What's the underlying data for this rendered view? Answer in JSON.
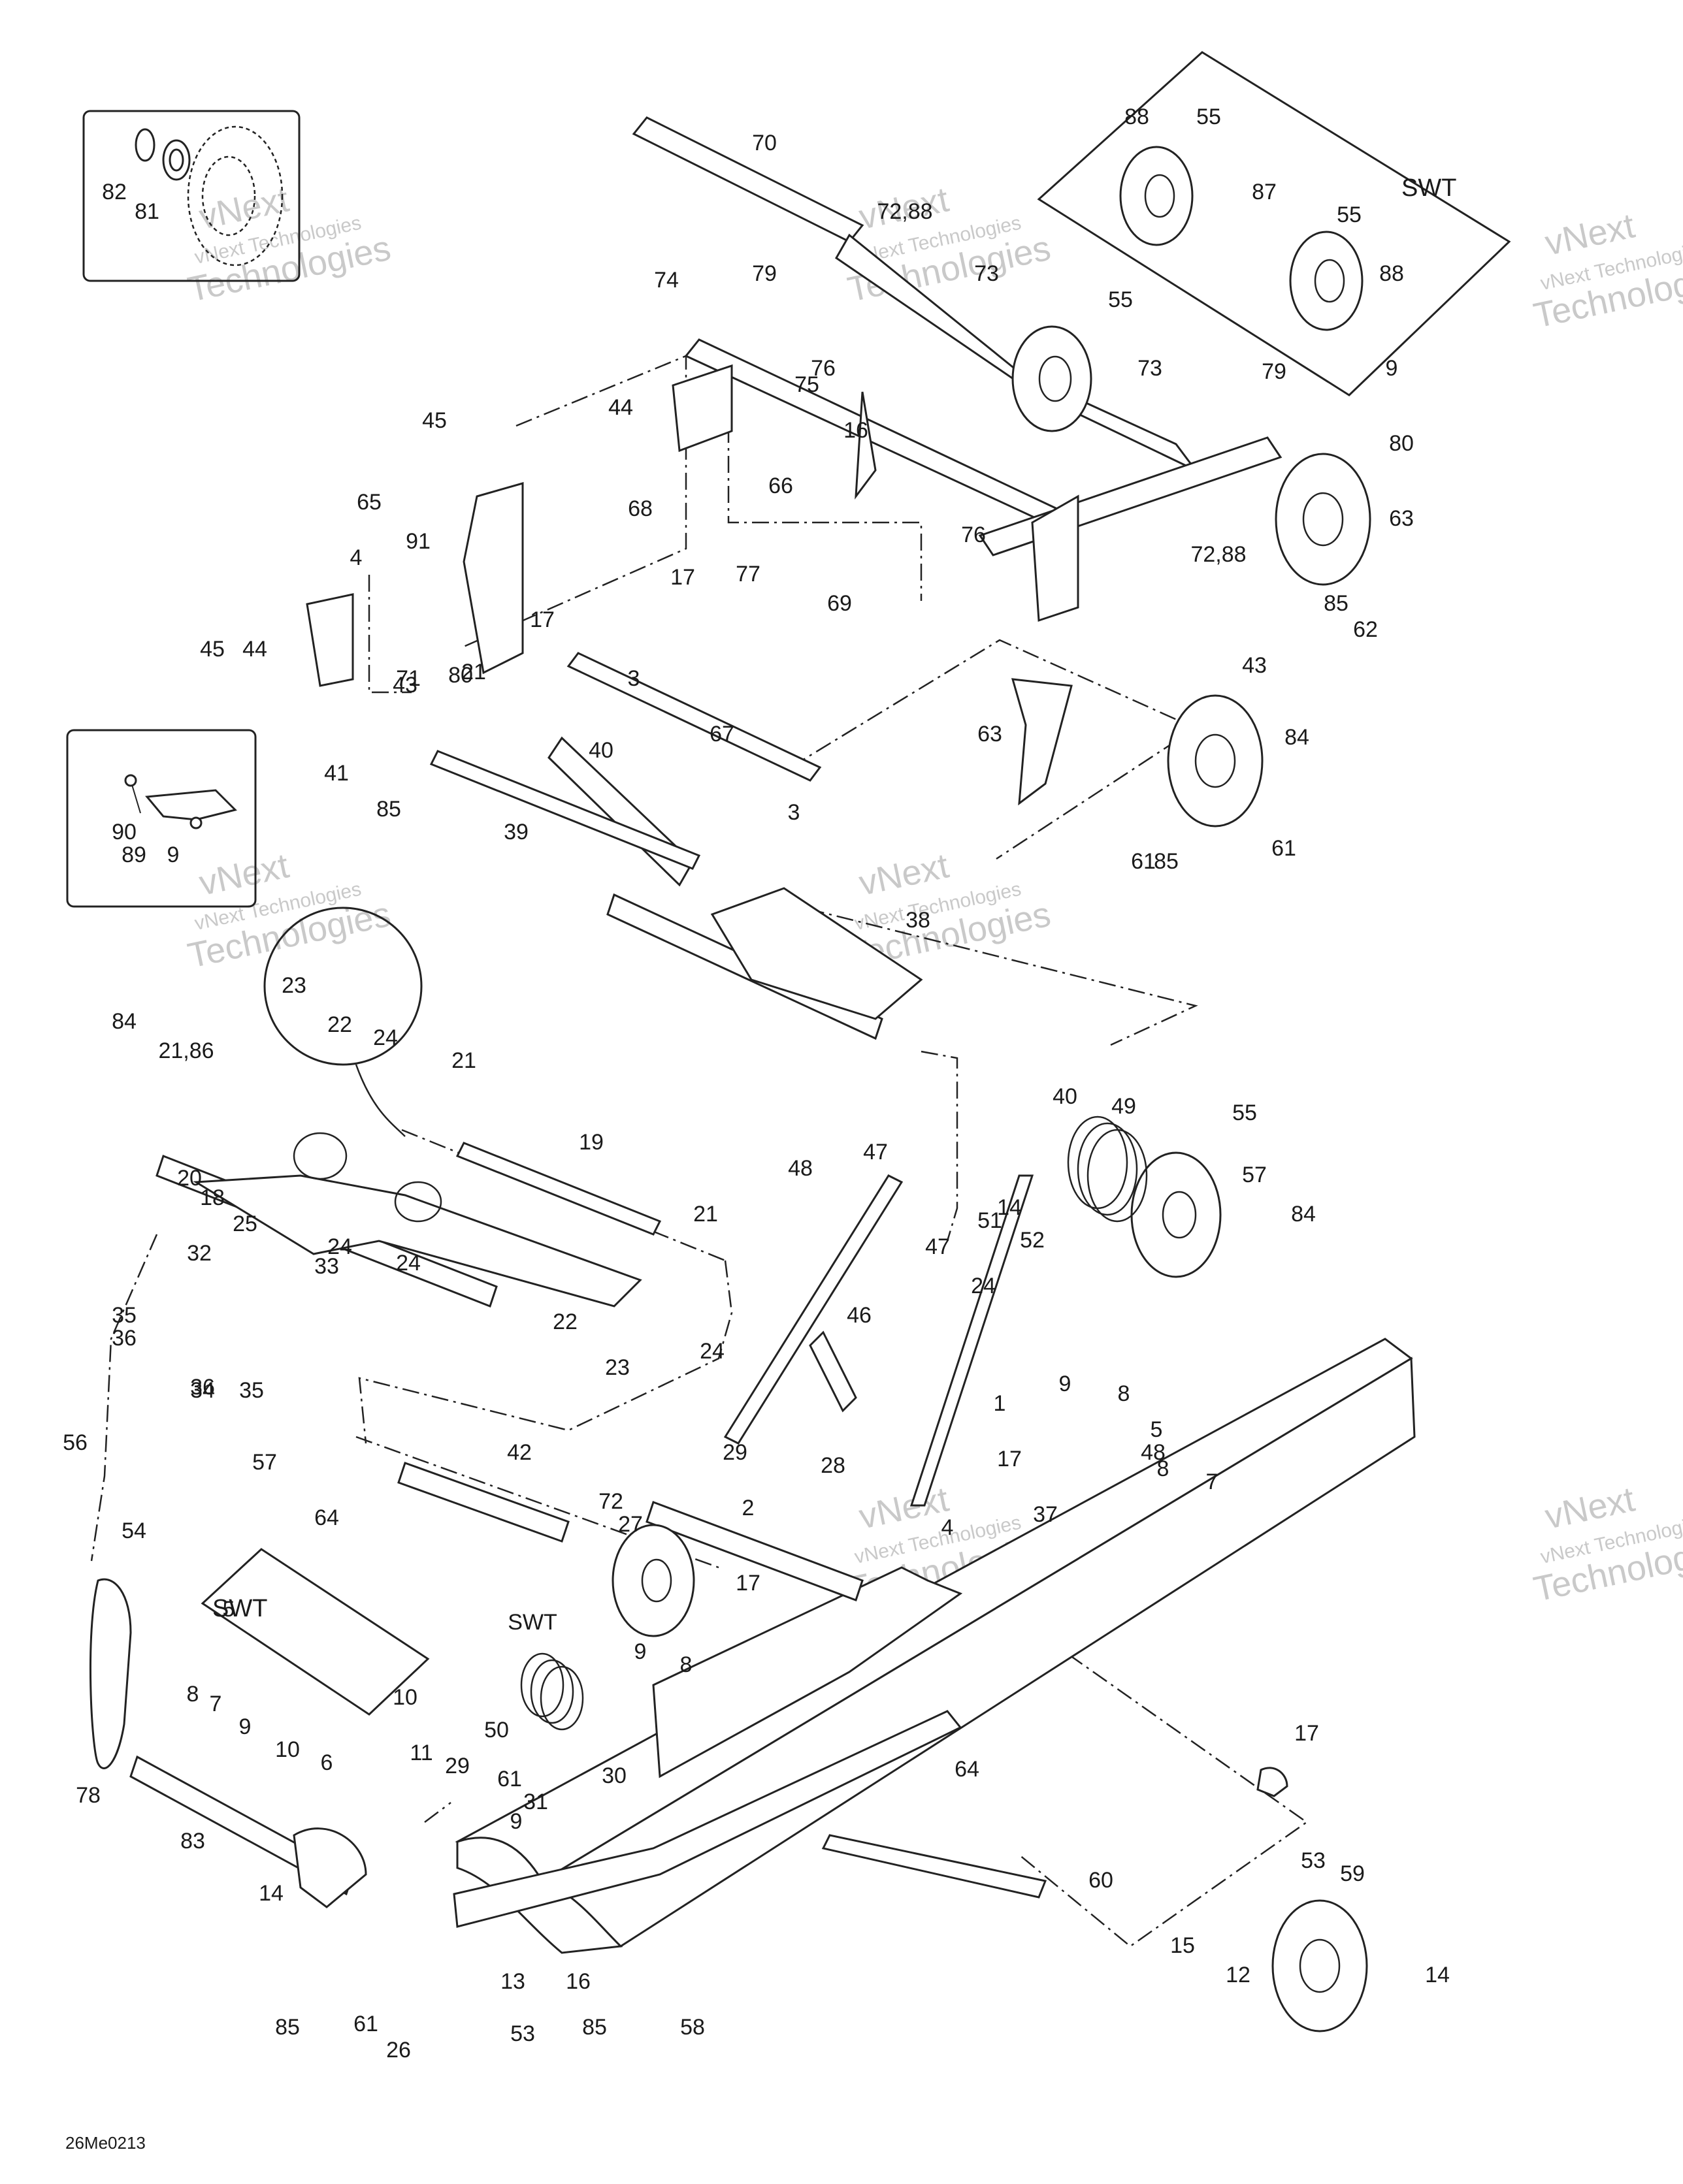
{
  "diagram": {
    "code": "26Me0213",
    "frame_labels": {
      "swt_top": "SWT",
      "swt_bottom": "SWT"
    },
    "watermarks": [
      {
        "line1": "vNext",
        "line2": "vNext Technologies",
        "line3": "Technologies"
      },
      {
        "line1": "vNext",
        "line2": "vNext Technologies",
        "line3": "Technologies"
      },
      {
        "line1": "vNext",
        "line2": "vNext Technologies",
        "line3": "Technologies"
      },
      {
        "line1": "vNext",
        "line2": "vNext Technologies",
        "line3": "Technologies"
      },
      {
        "line1": "vNext",
        "line2": "vNext Technologies",
        "line3": "Technologies"
      },
      {
        "line1": "vNext",
        "line2": "vNext Technologies",
        "line3": "Technologies"
      },
      {
        "line1": "vNext",
        "line2": "vNext Technologies",
        "line3": "Technologies"
      }
    ],
    "callouts": [
      "70",
      "72,88",
      "88",
      "55",
      "87",
      "55",
      "88",
      "82",
      "81",
      "79",
      "73",
      "55",
      "73",
      "79",
      "9",
      "74",
      "76",
      "75",
      "44",
      "16",
      "45",
      "44",
      "66",
      "80",
      "63",
      "65",
      "68",
      "76",
      "91",
      "17",
      "77",
      "69",
      "72,88",
      "85",
      "62",
      "4",
      "17",
      "45",
      "44",
      "71",
      "3",
      "43",
      "67",
      "21",
      "80",
      "43",
      "63",
      "84",
      "41",
      "40",
      "3",
      "85",
      "61",
      "85",
      "61",
      "90",
      "89",
      "9",
      "39",
      "38",
      "23",
      "22",
      "24",
      "84",
      "21,86",
      "21",
      "40",
      "49",
      "55",
      "19",
      "48",
      "47",
      "57",
      "20",
      "18",
      "51",
      "14",
      "52",
      "84",
      "25",
      "32",
      "24",
      "33",
      "24",
      "21",
      "47",
      "24",
      "35",
      "36",
      "22",
      "23",
      "46",
      "34",
      "36",
      "35",
      "24",
      "9",
      "8",
      "5",
      "8",
      "7",
      "48",
      "1",
      "56",
      "42",
      "17",
      "28",
      "27",
      "29",
      "57",
      "54",
      "64",
      "72",
      "2",
      "37",
      "17",
      "4",
      "SWT",
      "9",
      "8",
      "5",
      "8",
      "7",
      "9",
      "10",
      "6",
      "10",
      "11",
      "29",
      "50",
      "61",
      "31",
      "30",
      "17",
      "64",
      "78",
      "83",
      "9",
      "60",
      "53",
      "59",
      "14",
      "15",
      "12",
      "14",
      "13",
      "16",
      "85",
      "61",
      "26",
      "53",
      "85",
      "58"
    ]
  }
}
